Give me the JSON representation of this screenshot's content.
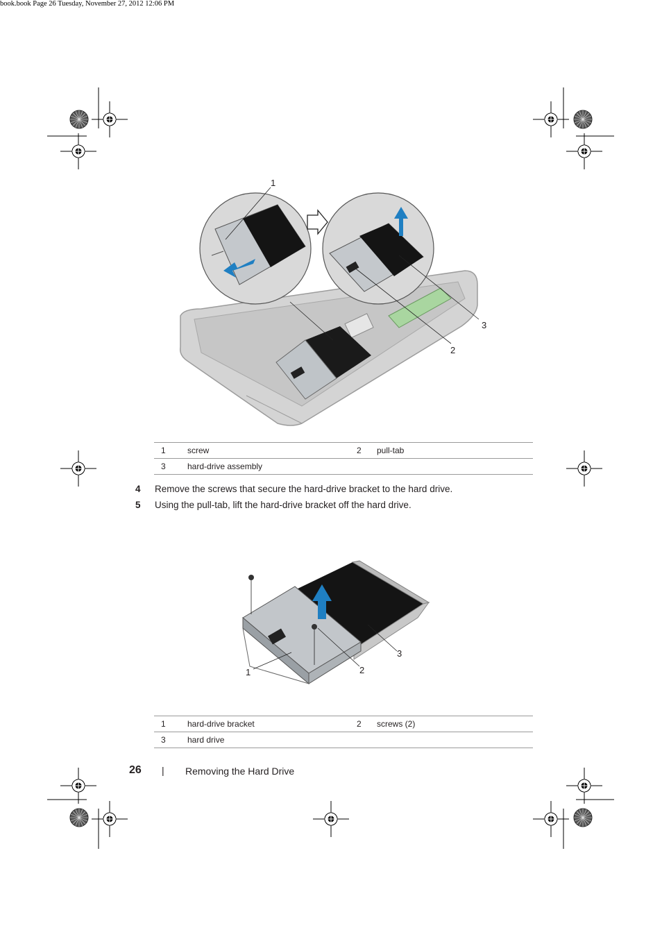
{
  "print_header": "book.book  Page 26  Tuesday, November 27, 2012  12:06 PM",
  "figure1": {
    "callouts": [
      "1",
      "2",
      "3"
    ]
  },
  "legend1": {
    "rows": [
      {
        "n1": "1",
        "l1": "screw",
        "n2": "2",
        "l2": "pull-tab"
      },
      {
        "n1": "3",
        "l1": "hard-drive assembly",
        "n2": "",
        "l2": ""
      }
    ]
  },
  "steps": [
    {
      "num": "4",
      "text": "Remove the screws that secure the hard-drive bracket to the hard drive."
    },
    {
      "num": "5",
      "text": "Using the pull-tab, lift the hard-drive bracket off the hard drive."
    }
  ],
  "figure2": {
    "callouts": [
      "1",
      "2",
      "3"
    ]
  },
  "legend2": {
    "rows": [
      {
        "n1": "1",
        "l1": "hard-drive bracket",
        "n2": "2",
        "l2": "screws (2)"
      },
      {
        "n1": "3",
        "l1": "hard drive",
        "n2": "",
        "l2": ""
      }
    ]
  },
  "footer": {
    "page_number": "26",
    "separator": "|",
    "section_title": "Removing the Hard Drive"
  },
  "colors": {
    "arrow_blue": "#1f7fc2",
    "drive_black": "#1a1a1a",
    "chassis_gray": "#c9c9c9"
  }
}
